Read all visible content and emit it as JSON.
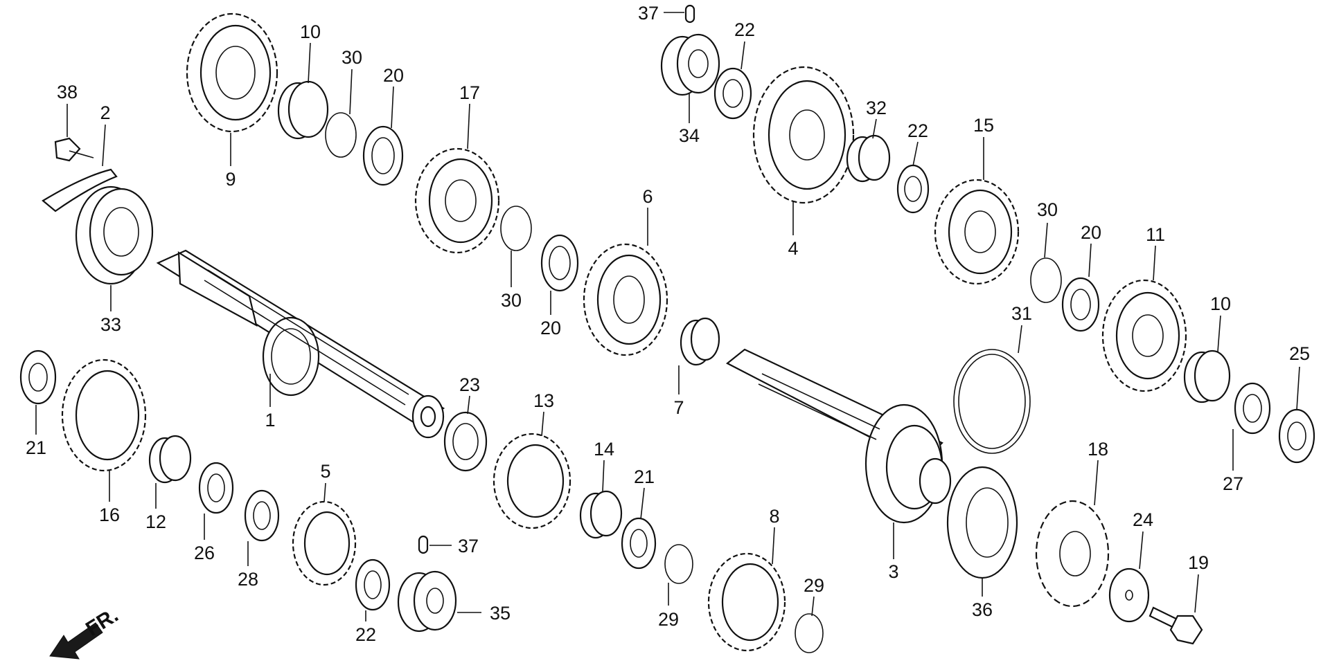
{
  "colors": {
    "ink": "#111111",
    "paper": "#ffffff"
  },
  "direction_label": "FR.",
  "callouts": [
    "37",
    "22",
    "34",
    "4",
    "32",
    "22",
    "15",
    "30",
    "20",
    "11",
    "10",
    "25",
    "27",
    "31",
    "3",
    "36",
    "18",
    "24",
    "19",
    "8",
    "29",
    "29",
    "21",
    "14",
    "7",
    "6",
    "20",
    "30",
    "17",
    "20",
    "30",
    "10",
    "9",
    "38",
    "2",
    "33",
    "1",
    "23",
    "13",
    "21",
    "16",
    "12",
    "26",
    "28",
    "5",
    "22",
    "35",
    "37"
  ]
}
